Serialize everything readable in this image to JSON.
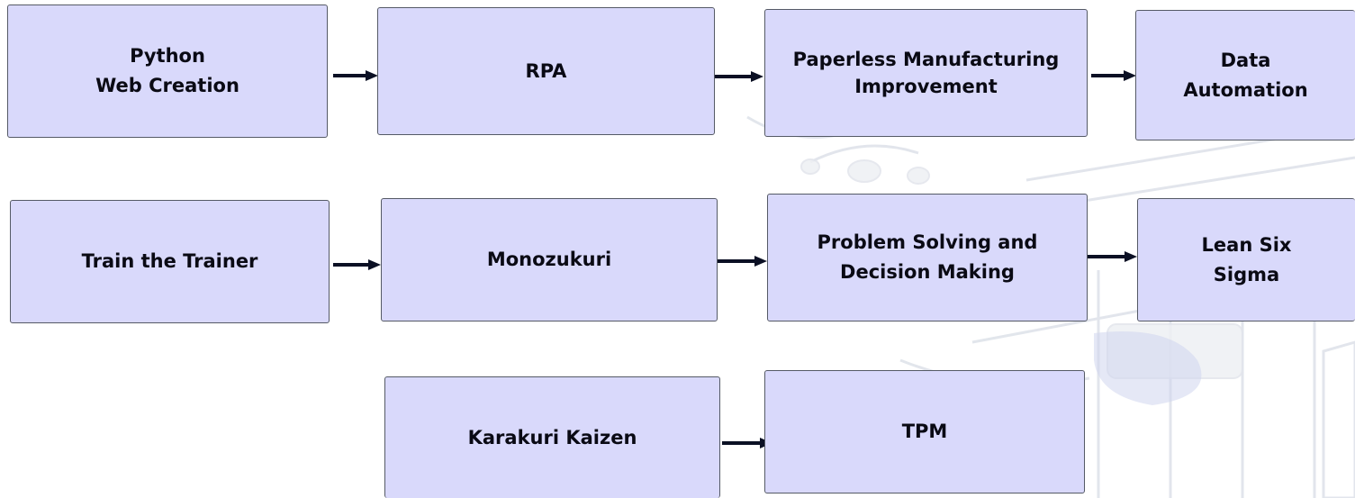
{
  "rows": [
    {
      "boxes": [
        {
          "lines": [
            "Python",
            "Web Creation"
          ]
        },
        {
          "lines": [
            "RPA"
          ]
        },
        {
          "lines": [
            "Paperless Manufacturing",
            "Improvement"
          ]
        },
        {
          "lines": [
            "Data",
            "Automation"
          ]
        }
      ]
    },
    {
      "boxes": [
        {
          "lines": [
            "Train the Trainer"
          ]
        },
        {
          "lines": [
            "Monozukuri"
          ]
        },
        {
          "lines": [
            "Problem Solving and",
            "Decision Making"
          ]
        },
        {
          "lines": [
            "Lean Six",
            "Sigma"
          ]
        }
      ]
    },
    {
      "boxes": [
        {
          "lines": [
            "Karakuri Kaizen"
          ]
        },
        {
          "lines": [
            "TPM"
          ]
        }
      ]
    }
  ],
  "colors": {
    "box_fill": "#d9d9fb",
    "box_border": "#555a66",
    "arrow": "#0b1024",
    "text": "#0a0a14"
  }
}
